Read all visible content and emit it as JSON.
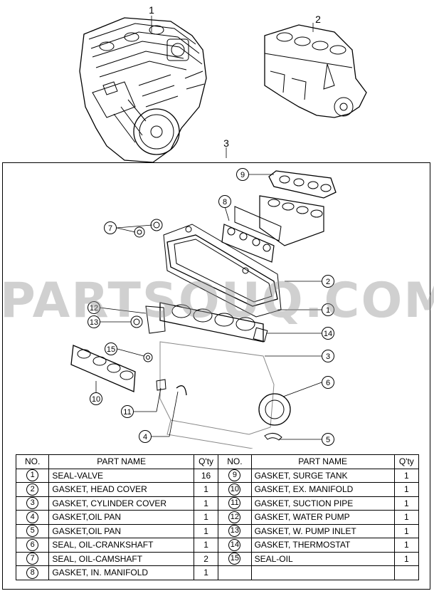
{
  "watermark": "PARTSOUQ.COM",
  "callouts": {
    "engine_assy": "1",
    "short_block": "2",
    "gasket_kit": "3",
    "kit": [
      "9",
      "8",
      "7",
      "2",
      "1",
      "12",
      "13",
      "14",
      "15",
      "3",
      "10",
      "6",
      "11",
      "4",
      "5"
    ]
  },
  "table": {
    "headers": [
      "NO.",
      "PART NAME",
      "Q'ty",
      "NO.",
      "PART NAME",
      "Q'ty"
    ],
    "rows": [
      {
        "no1": "1",
        "name1": "SEAL-VALVE",
        "qty1": "16",
        "no2": "9",
        "name2": "GASKET, SURGE TANK",
        "qty2": "1"
      },
      {
        "no1": "2",
        "name1": "GASKET, HEAD COVER",
        "qty1": "1",
        "no2": "10",
        "name2": "GASKET, EX. MANIFOLD",
        "qty2": "1"
      },
      {
        "no1": "3",
        "name1": "GASKET, CYLINDER COVER",
        "qty1": "1",
        "no2": "11",
        "name2": "GASKET, SUCTION PIPE",
        "qty2": "1"
      },
      {
        "no1": "4",
        "name1": "GASKET,OIL PAN",
        "qty1": "1",
        "no2": "12",
        "name2": "GASKET, WATER PUMP",
        "qty2": "1"
      },
      {
        "no1": "5",
        "name1": "GASKET,OIL PAN",
        "qty1": "1",
        "no2": "13",
        "name2": "GASKET, W. PUMP INLET",
        "qty2": "1"
      },
      {
        "no1": "6",
        "name1": "SEAL, OIL-CRANKSHAFT",
        "qty1": "1",
        "no2": "14",
        "name2": "GASKET, THERMOSTAT",
        "qty2": "1"
      },
      {
        "no1": "7",
        "name1": "SEAL, OIL-CAMSHAFT",
        "qty1": "2",
        "no2": "15",
        "name2": "SEAL-OIL",
        "qty2": "1"
      },
      {
        "no1": "8",
        "name1": "GASKET, IN. MANIFOLD",
        "qty1": "1",
        "no2": "",
        "name2": "",
        "qty2": ""
      }
    ]
  }
}
